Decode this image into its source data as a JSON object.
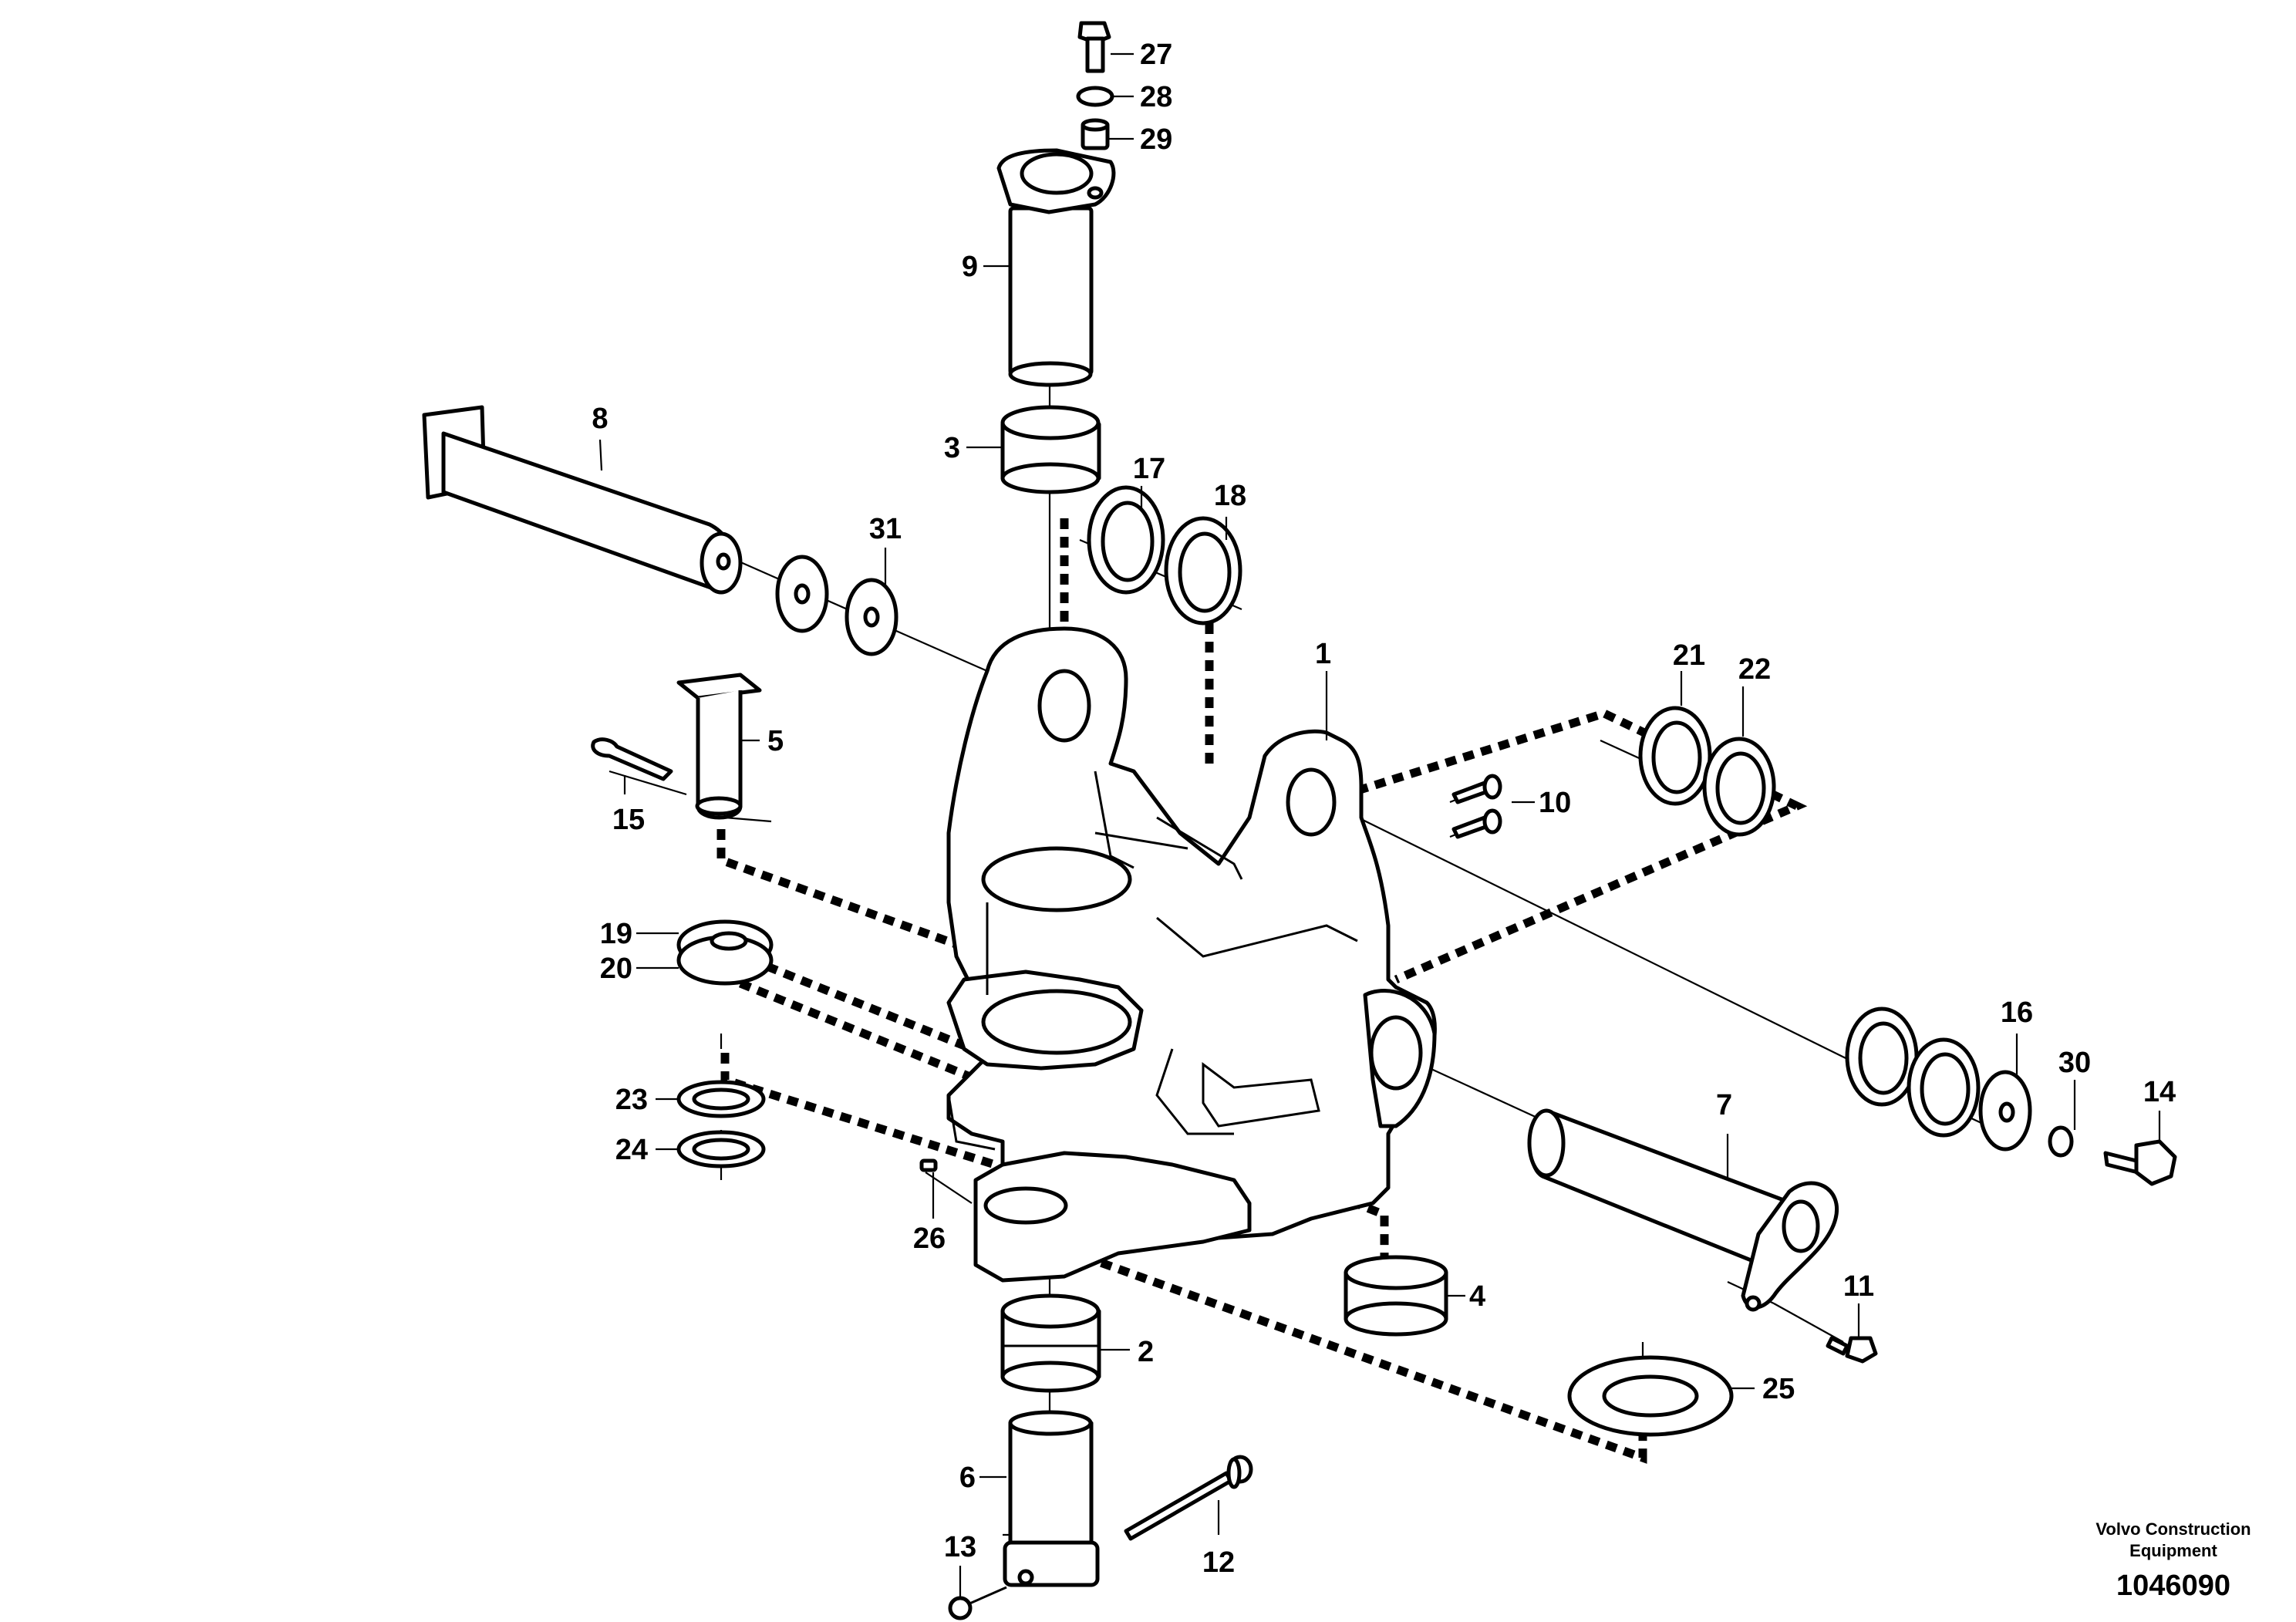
{
  "parts": {
    "p1": "1",
    "p2": "2",
    "p3": "3",
    "p4": "4",
    "p5": "5",
    "p6": "6",
    "p7": "7",
    "p8": "8",
    "p9": "9",
    "p10": "10",
    "p11": "11",
    "p12": "12",
    "p13": "13",
    "p14": "14",
    "p15": "15",
    "p16": "16",
    "p17": "17",
    "p18": "18",
    "p19": "19",
    "p20": "20",
    "p21": "21",
    "p22": "22",
    "p23": "23",
    "p24": "24",
    "p25": "25",
    "p26": "26",
    "p27": "27",
    "p28": "28",
    "p29": "29",
    "p30": "30",
    "p31": "31"
  },
  "footer": {
    "company_line1": "Volvo Construction",
    "company_line2": "Equipment",
    "drawing_number": "1046090"
  }
}
